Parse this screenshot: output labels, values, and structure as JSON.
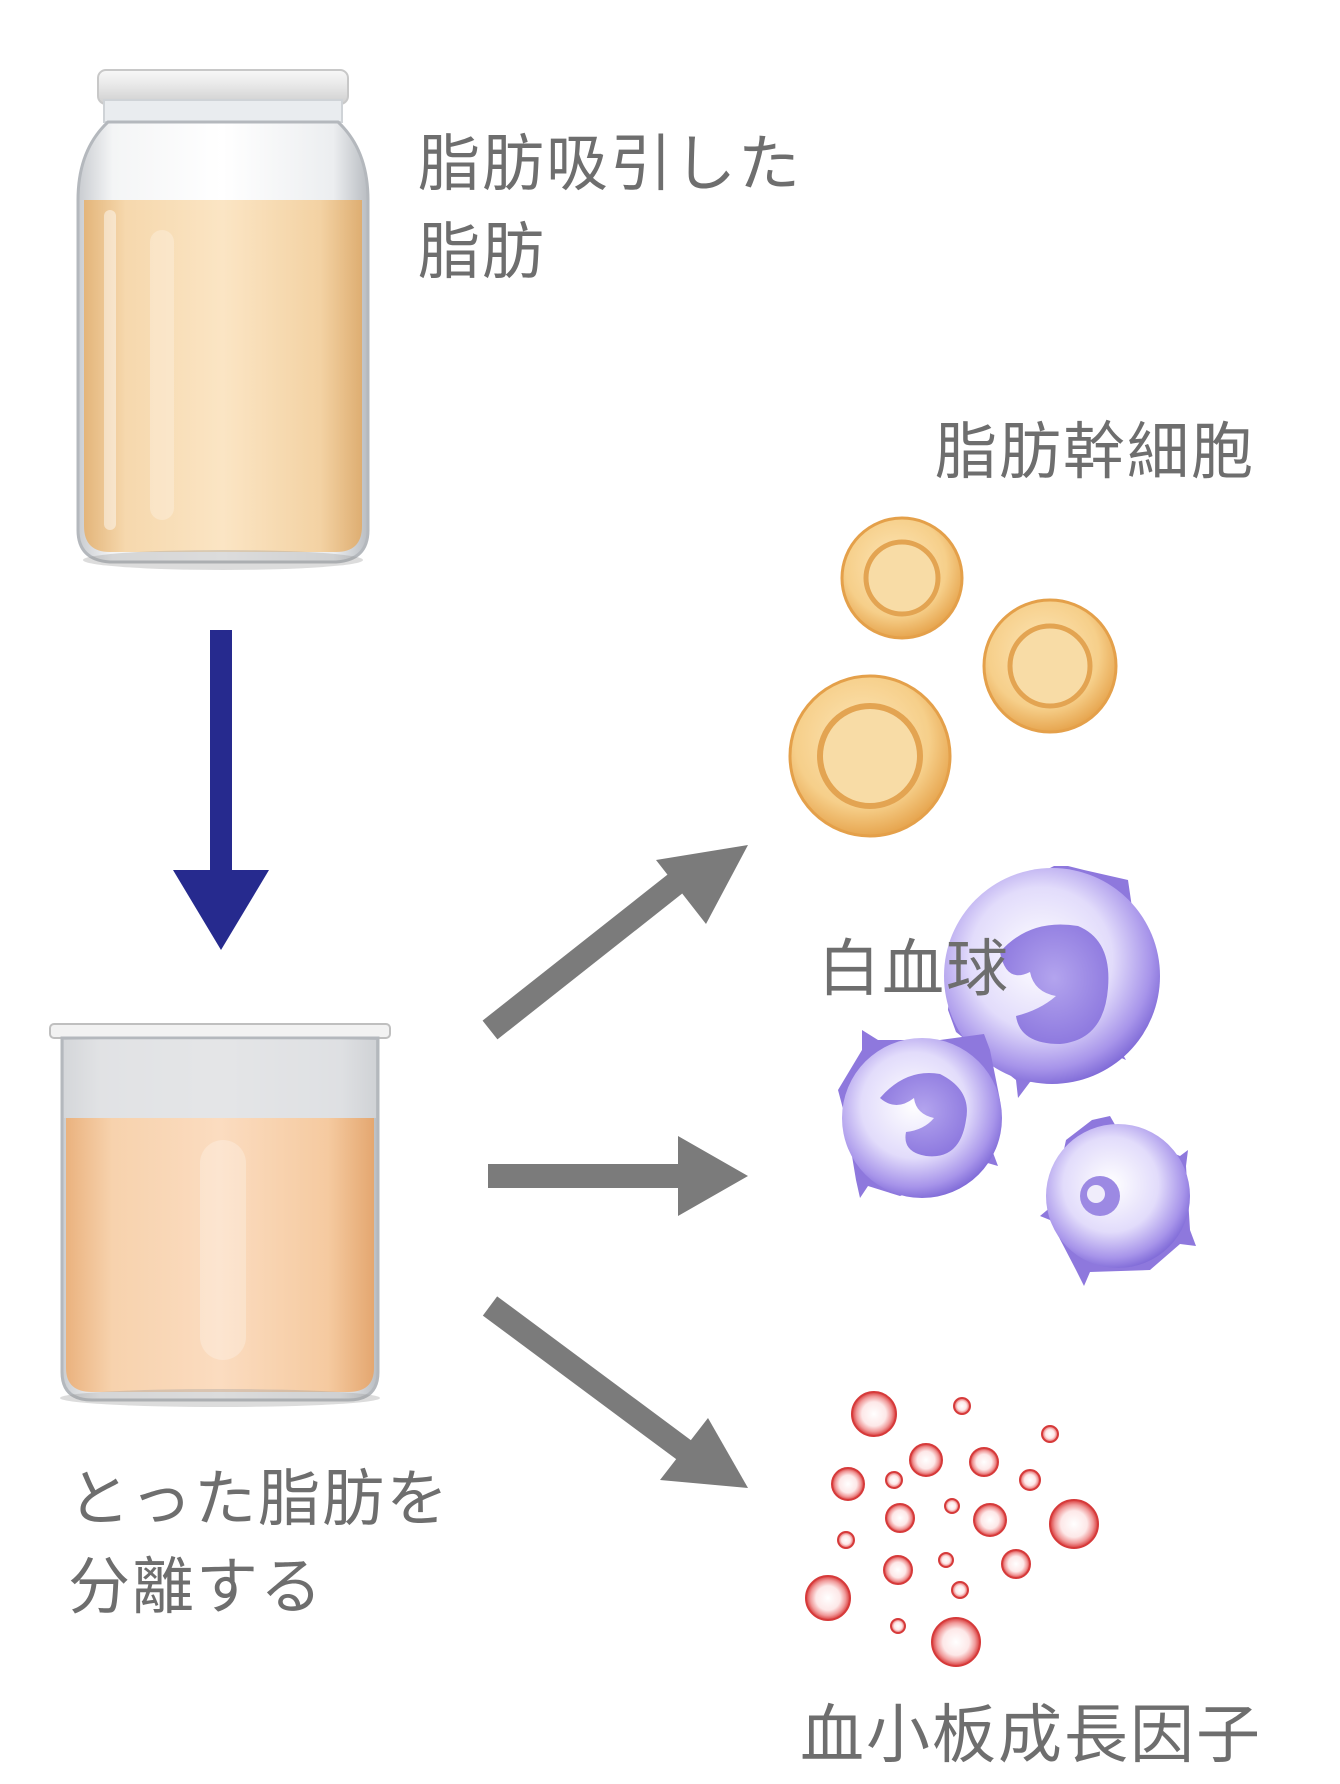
{
  "labels": {
    "aspirated_fat": [
      "脂肪吸引した",
      "脂肪"
    ],
    "separate_fat": [
      "とった脂肪を",
      "分離する"
    ],
    "adipose_stem_cells": "脂肪幹細胞",
    "white_blood_cells": "白血球",
    "platelet_growth_factors": "血小板成長因子"
  },
  "colors": {
    "label_text": "#6e6e6e",
    "down_arrow": "#262a8e",
    "split_arrows": "#7b7b7b",
    "stem_cell": "#f0c27a",
    "white_blood_cell": "#9a86e0",
    "platelet": "#e04848"
  }
}
